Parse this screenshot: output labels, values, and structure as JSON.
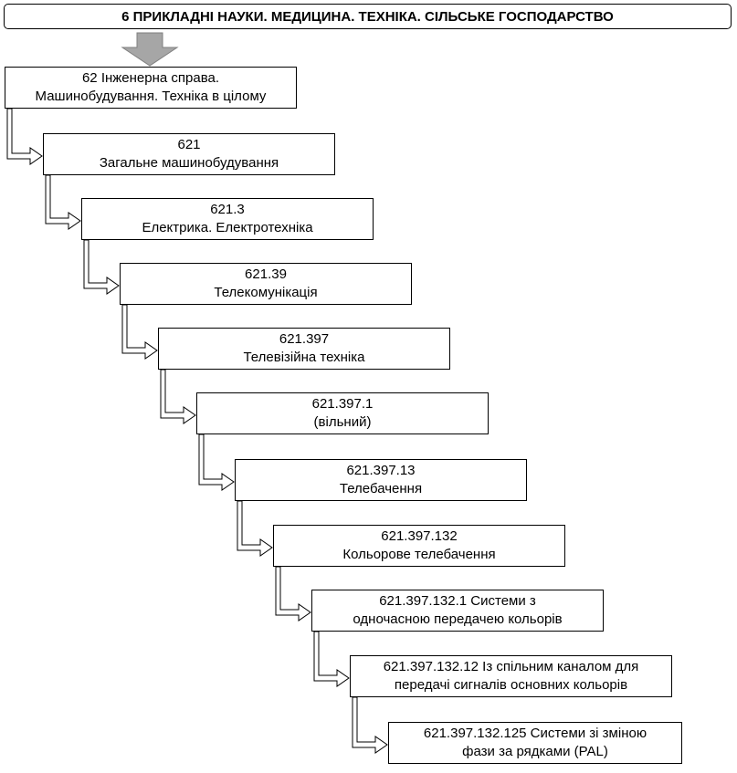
{
  "header": {
    "title": "6 ПРИКЛАДНІ НАУКИ. МЕДИЦИНА. ТЕХНІКА. СІЛЬСЬКЕ ГОСПОДАРСТВО"
  },
  "colors": {
    "main_arrow": "#a6a6a6",
    "border": "#000000"
  },
  "nodes": [
    {
      "line1": "62 Інженерна справа.",
      "line2": "Машинобудування. Техніка в цілому"
    },
    {
      "line1": "621",
      "line2": "Загальне машинобудування"
    },
    {
      "line1": "621.3",
      "line2": "Електрика. Електротехніка"
    },
    {
      "line1": "621.39",
      "line2": "Телекомунікація"
    },
    {
      "line1": "621.397",
      "line2": "Телевізійна техніка"
    },
    {
      "line1": "621.397.1",
      "line2": "(вільний)"
    },
    {
      "line1": "621.397.13",
      "line2": "Телебачення"
    },
    {
      "line1": "621.397.132",
      "line2": "Кольорове телебачення"
    },
    {
      "line1": "621.397.132.1 Системи з",
      "line2": "одночасною передачею кольорів"
    },
    {
      "line1": "621.397.132.12 Із спільним каналом для",
      "line2": "передачі сигналів основних кольорів"
    },
    {
      "line1": "621.397.132.125 Системи зі зміною",
      "line2": "фази за рядками (PAL)"
    }
  ]
}
